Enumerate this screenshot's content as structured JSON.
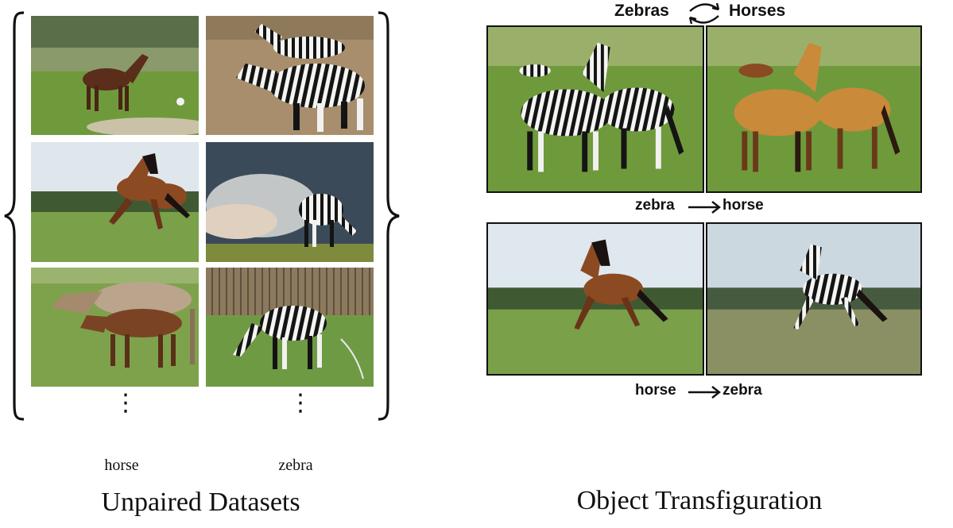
{
  "left_panel": {
    "columns": [
      {
        "label": "horse",
        "cells": [
          "horse-brown-grass",
          "horse-running",
          "horse-mare-foal"
        ]
      },
      {
        "label": "zebra",
        "cells": [
          "zebras-pair",
          "zebra-grazing-sky",
          "zebra-grazing-fence"
        ]
      }
    ],
    "caption": "Unpaired Datasets",
    "ellipsis": "⋮"
  },
  "right_panel": {
    "title_left": "Zebras",
    "title_right": "Horses",
    "rows": [
      {
        "source": "zebra",
        "target": "horse"
      },
      {
        "source": "horse",
        "target": "zebra"
      }
    ],
    "caption": "Object Transfiguration"
  },
  "colors": {
    "grass": "#6f9a3c",
    "sky": "#bcd2e4",
    "horse_brown": "#8a4a22",
    "transformed_horse": "#c98a3a",
    "zebra_black": "#141414",
    "frame": "#111111"
  }
}
